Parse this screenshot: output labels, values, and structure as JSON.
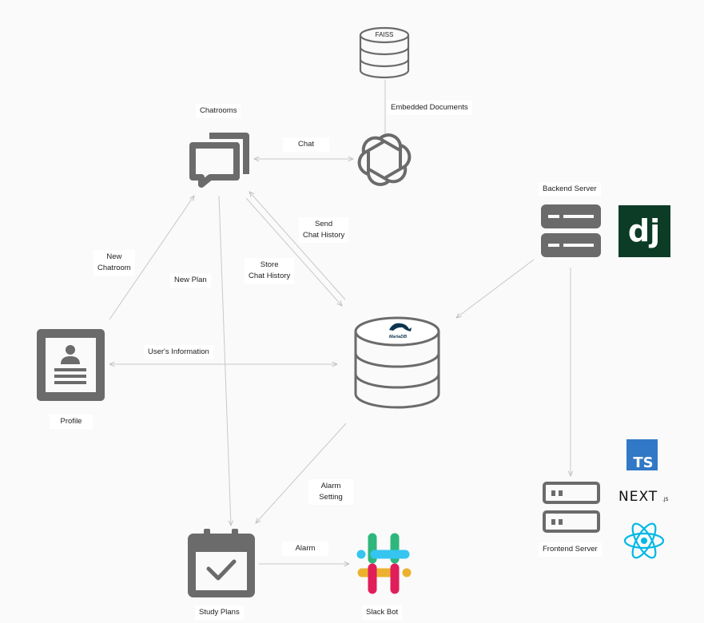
{
  "nodes": {
    "faiss": "FAISS",
    "embedded_documents": "Embedded Documents",
    "chatrooms": "Chatrooms",
    "chat": "Chat",
    "send_chat_history": "Send\nChat History",
    "store_chat_history": "Store\nChat History",
    "new_chatroom": "New\nChatroom",
    "new_plan": "New Plan",
    "users_information": "User's Information",
    "profile": "Profile",
    "mariadb_logo_text": "MariaDB",
    "backend_server": "Backend Server",
    "frontend_server": "Frontend Server",
    "alarm_setting": "Alarm\nSetting",
    "alarm": "Alarm",
    "study_plans": "Study Plans",
    "slack_bot": "Slack Bot"
  },
  "logos": {
    "django": "dj",
    "typescript": "TS",
    "nextjs": "NEXT",
    "nextjs_suffix": ".JS"
  },
  "icons": {
    "faiss": "database-icon",
    "openai": "openai-icon",
    "chatrooms": "chat-bubbles-icon",
    "profile": "profile-card-icon",
    "mariadb": "database-icon",
    "backend": "server-icon",
    "frontend": "server-icon",
    "study_plans": "calendar-check-icon",
    "slack": "slack-icon",
    "react": "react-icon"
  },
  "colors": {
    "icon_gray": "#6b6b6b",
    "arrow": "#c8c8c8",
    "django": "#0c3c26",
    "typescript": "#3178c6",
    "react": "#00b8e6",
    "slack_blue": "#36c5f0",
    "slack_green": "#2eb67d",
    "slack_yellow": "#ecb22e",
    "slack_red": "#e01e5a"
  }
}
